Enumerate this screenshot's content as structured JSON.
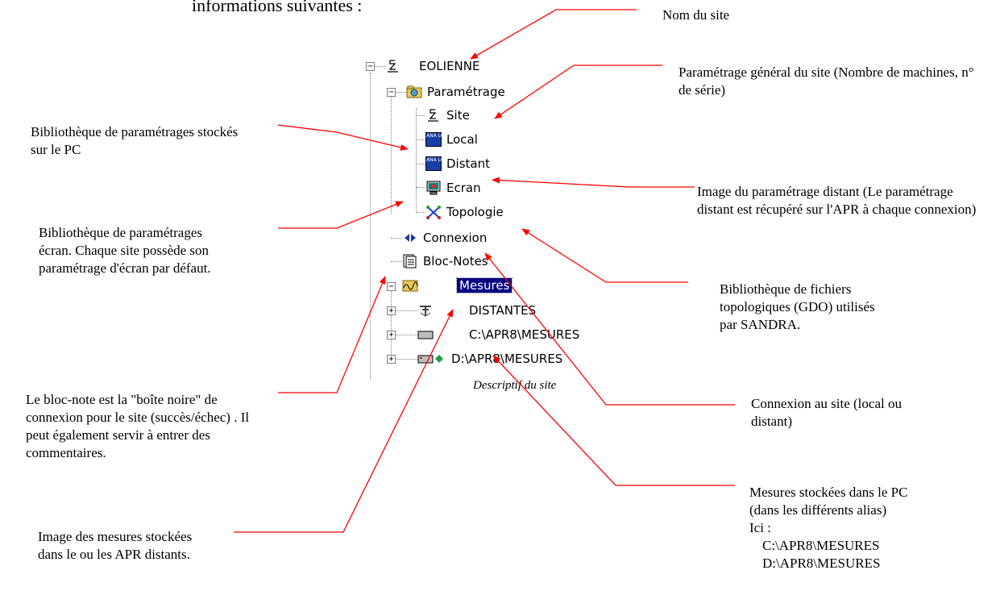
{
  "heading": "informations suivantes :",
  "tree": {
    "root": "EOLIENNE",
    "parametrage": "Paramétrage",
    "site": "Site",
    "local": "Local",
    "distant": "Distant",
    "ecran": "Ecran",
    "topologie": "Topologie",
    "connexion": "Connexion",
    "bloc_notes": "Bloc-Notes",
    "mesures": "Mesures",
    "distantes": "DISTANTES",
    "alias_c": "C:\\APR8\\MESURES",
    "alias_d": "D:\\APR8\\MESURES",
    "expand_minus": "−",
    "expand_plus": "+",
    "ana_log_icon_text": "ANA LOG"
  },
  "caption": "Descriptif du site",
  "annotations": {
    "nom_du_site": "Nom du site",
    "parametrage_general": "Paramétrage général du site (Nombre de machines, n° de série)",
    "bibliotheque_pc": "Bibliothèque de paramétrages stockés sur le PC",
    "image_distant": "Image du paramétrage distant (Le paramétrage distant est récupéré sur l'APR à chaque connexion)",
    "bibliotheque_ecran": "Bibliothèque de paramétrages écran. Chaque site possède son paramétrage d'écran par défaut.",
    "bibliotheque_topo": "Bibliothèque de fichiers topologiques (GDO) utilisés par SANDRA.",
    "bloc_note": "Le bloc-note est la \"boîte noire\" de connexion pour le site (succès/échec) . Il peut également servir à entrer des commentaires.",
    "connexion_site": "Connexion au site (local ou distant)",
    "image_mesures": "Image des mesures stockées dans le ou les APR distants.",
    "mesures_pc": "Mesures stockées dans le PC (dans les différents alias)",
    "ici": "Ici :",
    "ici_c": "C:\\APR8\\MESURES",
    "ici_d": "D:\\APR8\\MESURES"
  },
  "colors": {
    "arrow": "#ff0000",
    "selection": "#000080",
    "icon_blue": "#1c3ea8"
  }
}
